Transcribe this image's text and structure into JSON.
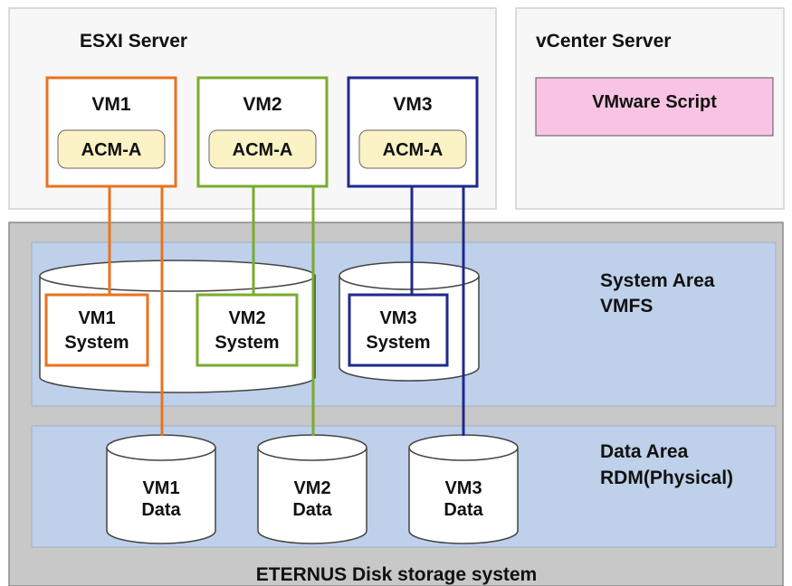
{
  "esxi_server": {
    "title": "ESXI Server",
    "vms": [
      {
        "label": "VM1",
        "agent": "ACM-A"
      },
      {
        "label": "VM2",
        "agent": "ACM-A"
      },
      {
        "label": "VM3",
        "agent": "ACM-A"
      }
    ]
  },
  "vcenter_server": {
    "title": "vCenter Server",
    "script_label": "VMware Script"
  },
  "storage": {
    "label": "ETERNUS Disk storage system",
    "system_area": {
      "label_line1": "System Area",
      "label_line2": "VMFS",
      "volumes": [
        {
          "line1": "VM1",
          "line2": "System"
        },
        {
          "line1": "VM2",
          "line2": "System"
        },
        {
          "line1": "VM3",
          "line2": "System"
        }
      ]
    },
    "data_area": {
      "label_line1": "Data Area",
      "label_line2": "RDM(Physical)",
      "volumes": [
        {
          "line1": "VM1",
          "line2": "Data"
        },
        {
          "line1": "VM2",
          "line2": "Data"
        },
        {
          "line1": "VM3",
          "line2": "Data"
        }
      ]
    }
  },
  "colors": {
    "vm1": "#e8731e",
    "vm2": "#7aab2e",
    "vm3": "#1f2a8c",
    "agent_fill": "#fbf2c6",
    "script_fill": "#f9c4e4",
    "storage_fill": "#c8c8c8",
    "area_fill": "#bed0ea"
  }
}
